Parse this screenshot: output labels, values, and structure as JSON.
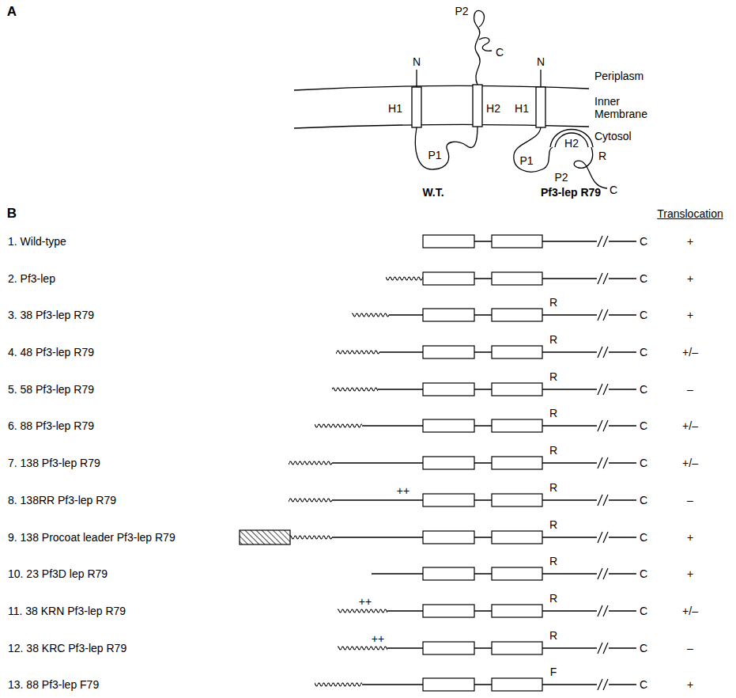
{
  "diagram": {
    "labels": [
      "A",
      "P2",
      "C",
      "N",
      "H1",
      "H2",
      "P1",
      "Periplasm",
      "Inner Membrane",
      "Cytosol",
      "N",
      "H1",
      "H2",
      "R",
      "P1",
      "P2",
      "C",
      "W.T.",
      "Pf3-lep R79",
      "B",
      "Translocation",
      "1. Wild-type",
      "C",
      "+",
      "2. Pf3-lep",
      "C",
      "+",
      "3. 38 Pf3-lep R79",
      "R",
      "C",
      "+",
      "4. 48 Pf3-lep R79",
      "R",
      "C",
      "+/–",
      "5. 58 Pf3-lep R79",
      "R",
      "C",
      "–",
      "6. 88 Pf3-lep R79",
      "R",
      "C",
      "+/–",
      "7. 138 Pf3-lep R79",
      "R",
      "C",
      "+/–",
      "8. 138RR Pf3-lep R79",
      "++",
      "R",
      "C",
      "–",
      "9. 138 Procoat leader Pf3-lep R79",
      "R",
      "C",
      "+",
      "10. 23 Pf3D lep R79",
      "R",
      "C",
      "+",
      "11. 38 KRN Pf3-lep R79",
      "++",
      "R",
      "C",
      "+/–",
      "12. 38 KRC Pf3-lep R79",
      "++",
      "R",
      "C",
      "–",
      "13. 88 Pf3-lep F79",
      "F",
      "C",
      "+"
    ]
  }
}
